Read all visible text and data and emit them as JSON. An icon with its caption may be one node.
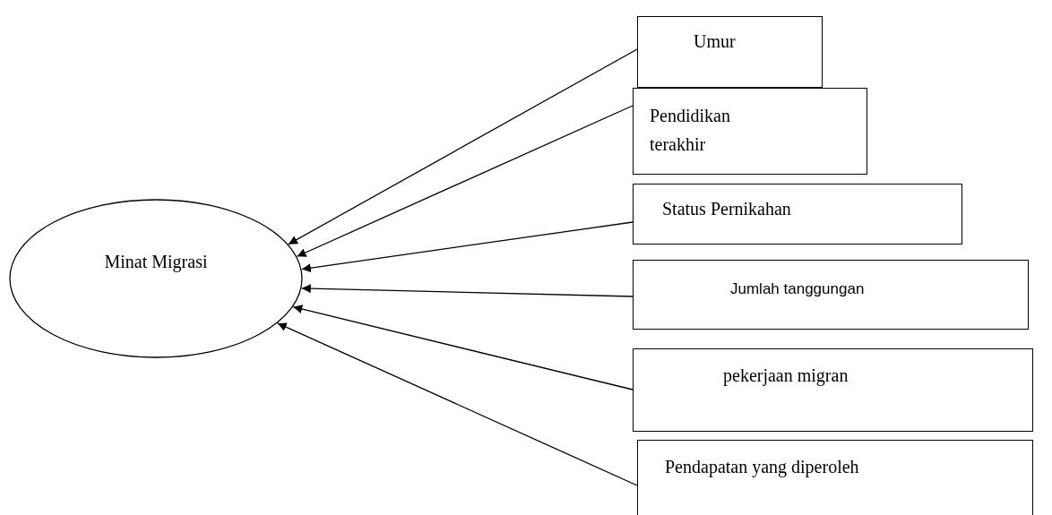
{
  "diagram": {
    "nodes": [
      {
        "text": [
          "Minat Migrasi"
        ]
      },
      {
        "text": [
          "Umur"
        ]
      },
      {
        "text": [
          "Pendidikan terakhir"
        ]
      },
      {
        "text": [
          "Status Pernikahan"
        ]
      },
      {
        "text": [
          "Jumlah tanggungan"
        ]
      },
      {
        "text": [
          "pekerjaan migran"
        ]
      },
      {
        "text": [
          "Pendapatan yang diperoleh"
        ]
      }
    ],
    "edges": [
      {
        "from": 1,
        "to": 0,
        "arrow": "to"
      },
      {
        "from": 2,
        "to": 0,
        "arrow": "to"
      },
      {
        "from": 3,
        "to": 0,
        "arrow": "to"
      },
      {
        "from": 4,
        "to": 0,
        "arrow": "to"
      },
      {
        "from": 5,
        "to": 0,
        "arrow": "to"
      },
      {
        "from": 6,
        "to": 0,
        "arrow": "to"
      }
    ]
  }
}
